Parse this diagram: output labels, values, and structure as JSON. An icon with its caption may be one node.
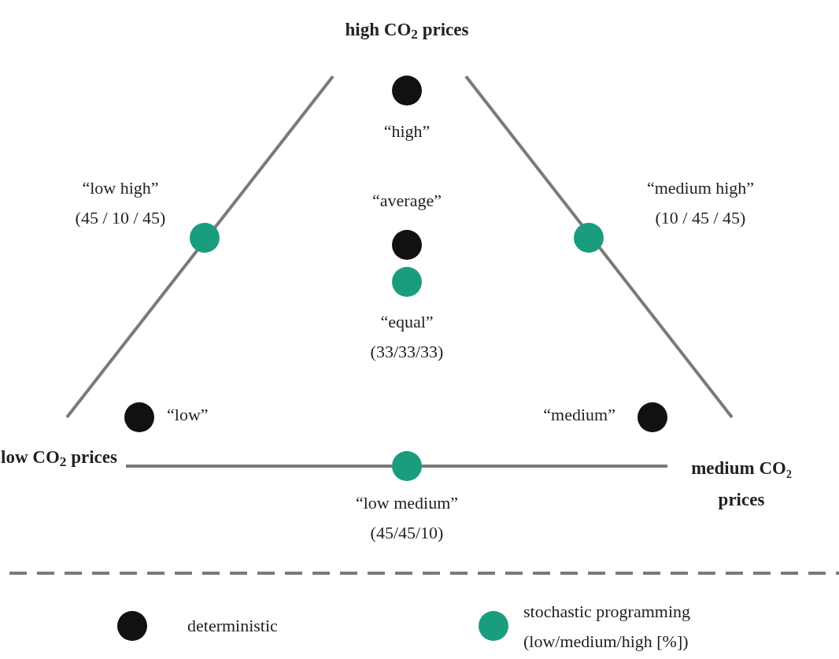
{
  "diagram": {
    "nodes": [
      {
        "text": [],
        "shape": "circle",
        "beside": [
          "“high”"
        ]
      },
      {
        "text": [],
        "shape": "circle",
        "beside": [
          "“low high”",
          "(45 / 10 / 45)"
        ]
      },
      {
        "text": [],
        "shape": "circle",
        "beside": [
          "“average”"
        ]
      },
      {
        "text": [],
        "shape": "circle",
        "beside": [
          "“medium high”",
          "(10 / 45 / 45)"
        ]
      },
      {
        "text": [],
        "shape": "circle",
        "beside": [
          "“equal”",
          "(33/33/33)"
        ]
      },
      {
        "text": [],
        "shape": "circle",
        "beside": [
          "“low”"
        ]
      },
      {
        "text": [],
        "shape": "circle",
        "beside": [
          "“medium”"
        ]
      },
      {
        "text": [],
        "shape": "circle",
        "beside": [
          "“low medium”",
          "(45/45/10)"
        ]
      }
    ],
    "labels": [
      "high CO$_{2}$ prices",
      "low CO$_{2}$ prices",
      "medium CO₂ prices"
    ],
    "legend": [
      {
        "text": "deterministic",
        "color": "#111111"
      },
      {
        "text": "stochastic programming (low/medium/high [%])",
        "color": "#1a9c7f"
      }
    ]
  }
}
